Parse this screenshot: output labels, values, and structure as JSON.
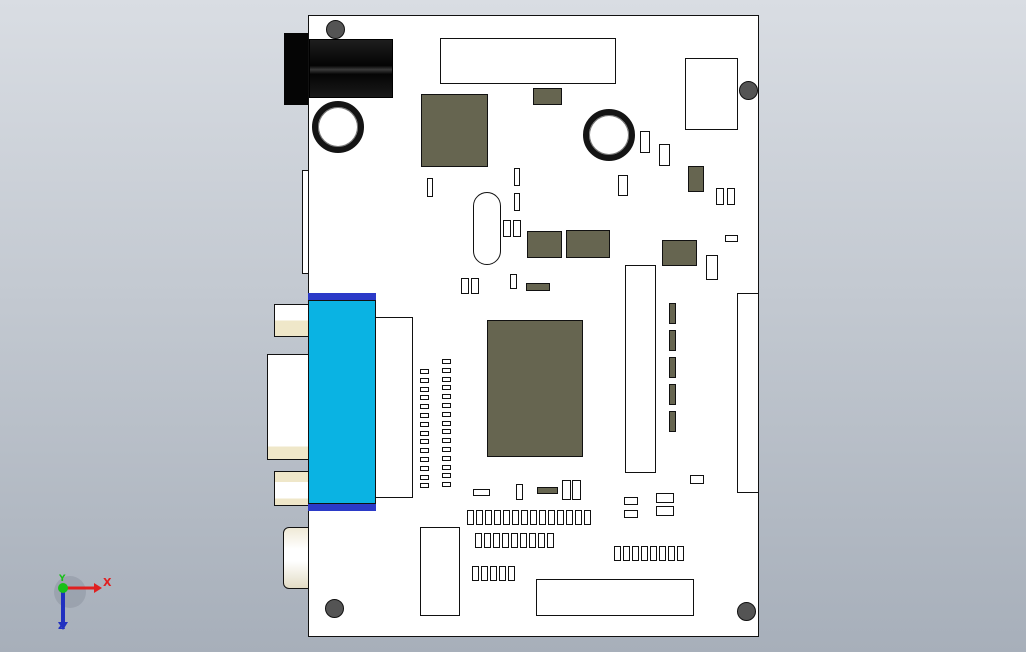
{
  "viewport": {
    "background_top": "#d9dde3",
    "background_bottom": "#a7afba"
  },
  "pcb": {
    "board_color": "#ffffff",
    "chip_color": "#666550",
    "vga_color": "#0ab3e3",
    "vga_rail_color": "#2b3ac8"
  },
  "triad": {
    "x_label": "X",
    "y_label": "Y",
    "z_label": "Z",
    "x_color": "#e02020",
    "y_color": "#18c018",
    "z_color": "#2030c0"
  }
}
